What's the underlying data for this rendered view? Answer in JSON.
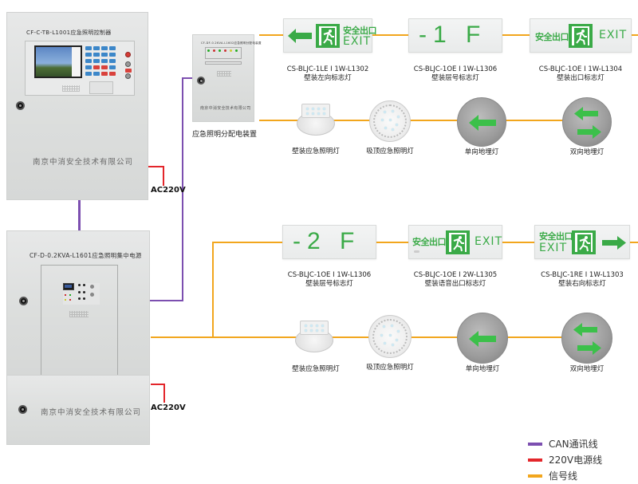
{
  "title": "应急照明系统接线示意图",
  "colors": {
    "can_line": "#7c4fb0",
    "power_line": "#e3262b",
    "signal_line": "#f2a61d",
    "sign_green": "#3aaa47"
  },
  "controller": {
    "model_title": "CF-C-TB-L1001应急照明控制器",
    "company": "南京中消安全技术有限公司"
  },
  "power_supply": {
    "model_title": "CF-D-0.2KVA-L1601应急照明集中电源",
    "company": "南京中消安全技术有限公司"
  },
  "distribution_box": {
    "model_title": "CF-DF-0.2KVA-L1602应急照明分配电装置",
    "company": "南京中消安全技术有限公司",
    "caption": "应急照明分配电装置"
  },
  "ac_labels": [
    "AC220V",
    "AC220V"
  ],
  "top_row": {
    "signs": [
      {
        "type": "left-direction",
        "cn": "安全出口",
        "en": "EXIT",
        "model": "CS-BLJC-1LE I 1W-L1302",
        "name": "壁装左向标志灯"
      },
      {
        "type": "floor",
        "text": "-1 F",
        "model": "CS-BLJC-1OE I 1W-L1306",
        "name": "壁装层号标志灯"
      },
      {
        "type": "exit",
        "cn": "安全出口",
        "en": "EXIT",
        "model": "CS-BLJC-1OE I 1W-L1304",
        "name": "壁装出口标志灯"
      }
    ],
    "lamps": [
      {
        "type": "wall-lamp",
        "name": "壁装应急照明灯"
      },
      {
        "type": "ceiling-lamp",
        "name": "吸顶应急照明灯"
      },
      {
        "type": "single-floor-lamp",
        "name": "单向地埋灯"
      },
      {
        "type": "double-floor-lamp",
        "name": "双向地埋灯"
      }
    ]
  },
  "bottom_row": {
    "signs": [
      {
        "type": "floor",
        "text": "-2 F",
        "model": "CS-BLJC-1OE I 1W-L1306",
        "name": "壁装层号标志灯"
      },
      {
        "type": "voice-exit",
        "cn": "安全出口",
        "en": "EXIT",
        "model": "CS-BLJC-1OE I 2W-L1305",
        "name": "壁装语音出口标志灯"
      },
      {
        "type": "right-direction",
        "cn": "安全出口",
        "en": "EXIT",
        "model": "CS-BLJC-1RE I 1W-L1303",
        "name": "壁装右向标志灯"
      }
    ],
    "lamps": [
      {
        "type": "wall-lamp",
        "name": "壁装应急照明灯"
      },
      {
        "type": "ceiling-lamp",
        "name": "吸顶应急照明灯"
      },
      {
        "type": "single-floor-lamp",
        "name": "单向地埋灯"
      },
      {
        "type": "double-floor-lamp",
        "name": "双向地埋灯"
      }
    ]
  },
  "legend": [
    {
      "label": "CAN通讯线",
      "color": "#7c4fb0"
    },
    {
      "label": "220V电源线",
      "color": "#e3262b"
    },
    {
      "label": "信号线",
      "color": "#f2a61d"
    }
  ]
}
